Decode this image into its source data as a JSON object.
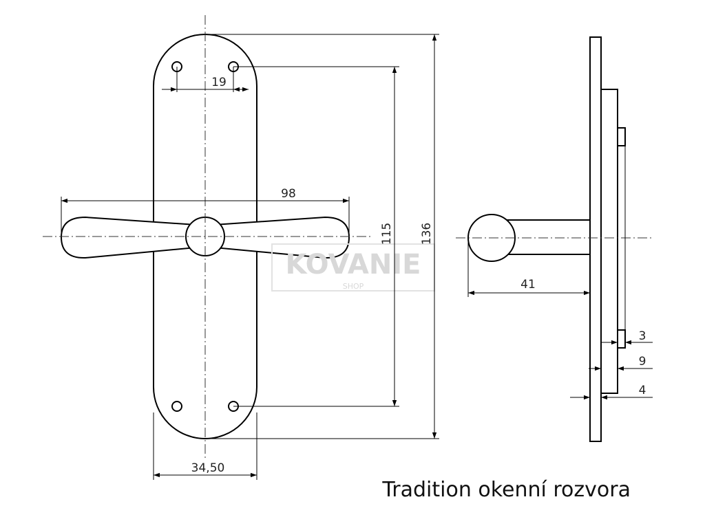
{
  "title": "Tradition okenní rozvora",
  "watermark": {
    "brand": "KOVANIE",
    "sub": "SHOP"
  },
  "dimensions": {
    "hole_spacing": "19",
    "handle_span": "98",
    "hole_distance": "115",
    "total_height": "136",
    "plate_width": "34,50",
    "projection": "41",
    "d1": "3",
    "d2": "9",
    "d3": "4"
  }
}
